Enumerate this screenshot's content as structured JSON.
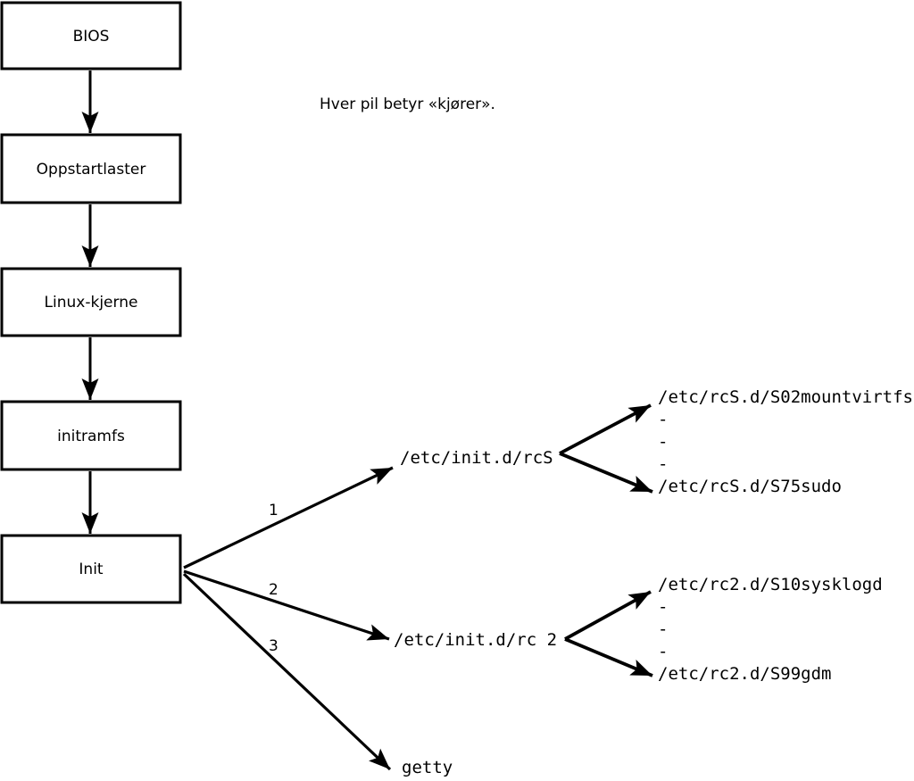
{
  "diagram": {
    "note": "Hver pil betyr «kjører».",
    "boot_chain": [
      "BIOS",
      "Oppstartlaster",
      "Linux-kjerne",
      "initramfs",
      "Init"
    ],
    "arrow_numbers": [
      "1",
      "2",
      "3"
    ],
    "targets": [
      {
        "label": "/etc/init.d/rcS",
        "children": [
          "/etc/rcS.d/S02mountvirtfs",
          "-",
          "-",
          "-",
          "/etc/rcS.d/S75sudo"
        ]
      },
      {
        "label": "/etc/init.d/rc 2",
        "children": [
          "/etc/rc2.d/S10sysklogd",
          "-",
          "-",
          "-",
          "/etc/rc2.d/S99gdm"
        ]
      },
      {
        "label": "getty",
        "children": []
      }
    ],
    "colors": {
      "line": "#000000",
      "box_fill": "#ffffff",
      "text": "#000000",
      "background": "#ffffff"
    }
  }
}
